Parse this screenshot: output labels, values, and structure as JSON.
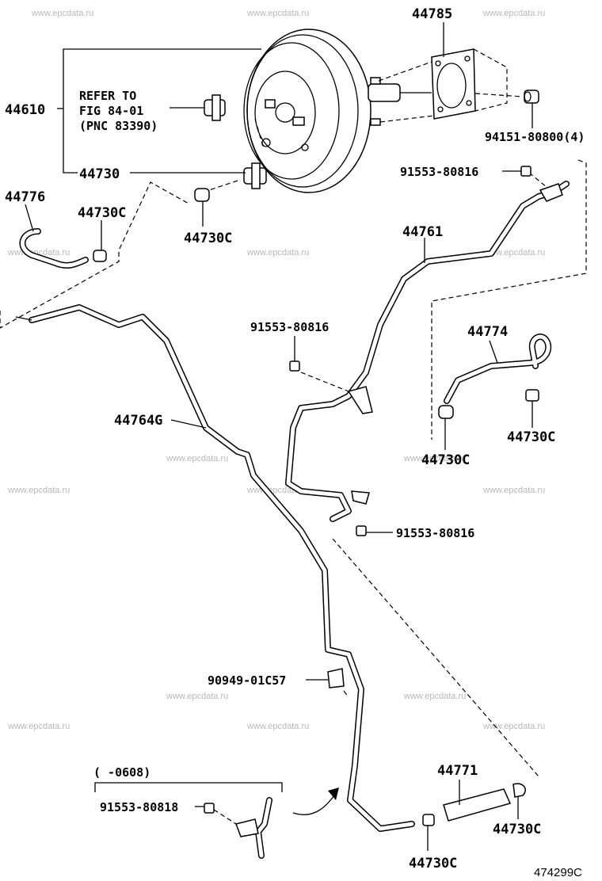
{
  "watermark": "www.epcdata.ru",
  "figure_id": "474299C",
  "refer_note": {
    "line1": "REFER TO",
    "line2": "FIG 84-01",
    "line3": "(PNC 83390)"
  },
  "range_note": "(      -0608)",
  "labels": {
    "p44785": "44785",
    "p44610": "44610",
    "p94151": "94151-80800(4)",
    "p44730": "44730",
    "p91553_a": "91553-80816",
    "p44776": "44776",
    "p44730c_a": "44730C",
    "p44730c_b": "44730C",
    "p44761": "44761",
    "p91553_b": "91553-80816",
    "p44774": "44774",
    "p44764g": "44764G",
    "p44730c_c": "44730C",
    "p44730c_d": "44730C",
    "p91553_c": "91553-80816",
    "p90949": "90949-01C57",
    "p44771": "44771",
    "p91553_d": "91553-80818",
    "p44730c_e": "44730C",
    "p44730c_f": "44730C"
  }
}
